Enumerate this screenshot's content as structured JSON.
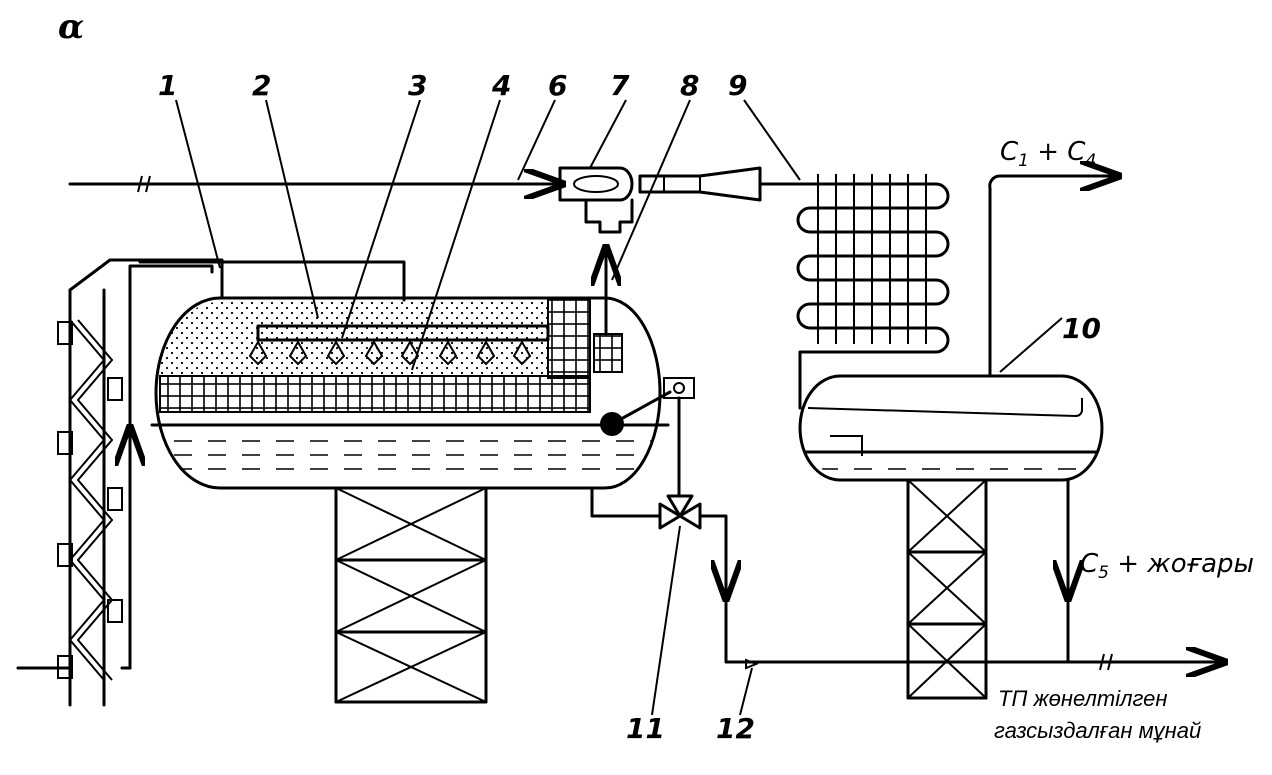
{
  "figure": {
    "panel_letter": "α",
    "callouts": [
      "1",
      "2",
      "3",
      "4",
      "6",
      "7",
      "8",
      "9",
      "10",
      "11",
      "12"
    ],
    "streams": {
      "top_right_prefix": "C",
      "top_right_sub_a": "1",
      "top_right_mid": " + C",
      "top_right_sub_b": "4",
      "right_prefix": "C",
      "right_sub": "5",
      "right_suffix": " + жоғары",
      "bottom_note_line1": "ТП жөнелтілген",
      "bottom_note_line2": "газсыздалған мұнай"
    }
  }
}
